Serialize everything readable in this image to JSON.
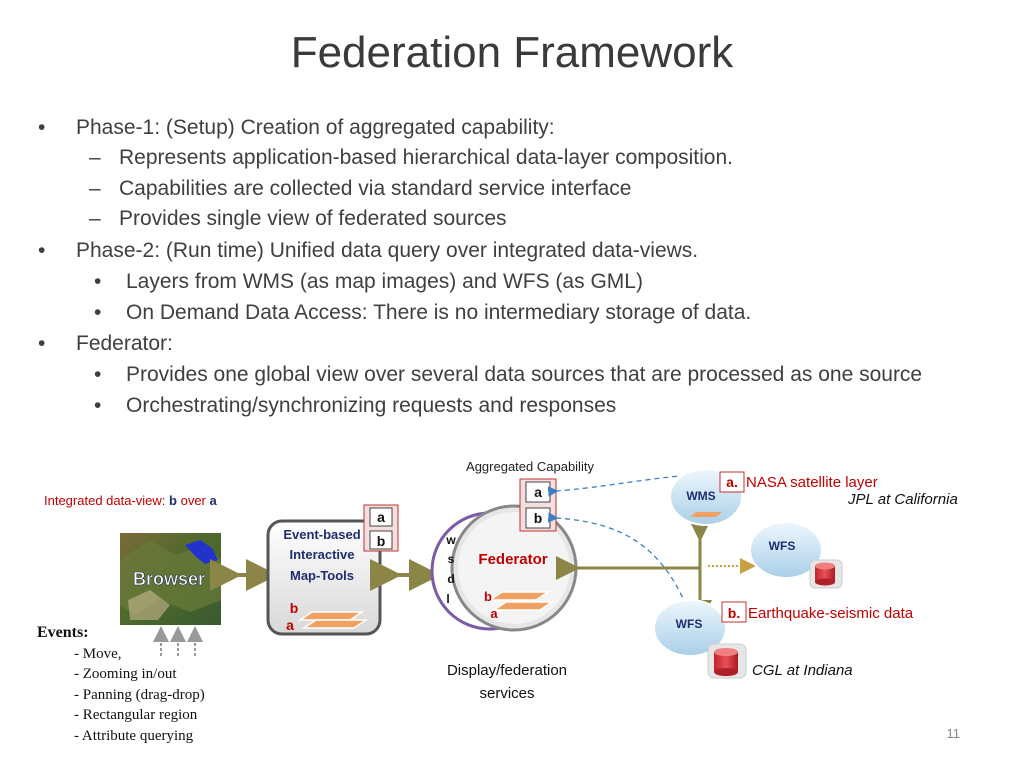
{
  "title": "Federation Framework",
  "bullets": {
    "phase1": "Phase-1: (Setup) Creation of aggregated capability:",
    "phase1_subs": [
      "Represents application-based hierarchical data-layer composition.",
      "Capabilities are collected via standard service interface",
      "Provides single view of federated sources"
    ],
    "phase2": "Phase-2: (Run time) Unified data query over integrated data-views.",
    "phase2_subs": [
      "Layers from WMS (as map images) and WFS (as GML)",
      "On Demand Data Access: There is no intermediary storage of data."
    ],
    "federator": "Federator:",
    "federator_subs": [
      "Provides one global view over several data sources that are processed as one source",
      "Orchestrating/synchronizing requests and responses"
    ],
    "bullet_mark": "•",
    "dash_mark": "–"
  },
  "diagram": {
    "aggregated_capability": "Aggregated  Capability",
    "integrated_prefix": "Integrated data-view: ",
    "integrated_b": "b",
    "integrated_over": " over ",
    "integrated_a": "a",
    "browser": "Browser",
    "events_title": "Events:",
    "events": [
      "- Move,",
      "- Zooming in/out",
      "- Panning (drag-drop)",
      "- Rectangular region",
      "- Attribute querying"
    ],
    "event_tools": [
      "Event-based",
      "Interactive",
      "Map-Tools"
    ],
    "layer_a": "a",
    "layer_b": "b",
    "wsdl": [
      "w",
      "s",
      "d",
      "l"
    ],
    "federator": "Federator",
    "display_services": [
      "Display/federation",
      "services"
    ],
    "wms": "WMS",
    "wfs_right": "WFS",
    "wfs_bottom": "WFS",
    "nasa_marker": "a.",
    "nasa_text": "NASA satellite layer",
    "jpl": "JPL at California",
    "quake_marker": "b.",
    "quake_text": "Earthquake-seismic data",
    "cgl": "CGL at Indiana"
  },
  "slide_number": "11",
  "colors": {
    "accent_red": "#c00000",
    "arrow_olive": "#8b8648",
    "navy": "#1f2d6e",
    "cloud_blue": "#cfe6f4",
    "dashed_blue": "#3d7fc4",
    "layer_orange": "#f0a060",
    "federator_purple": "#7b5aa6"
  }
}
